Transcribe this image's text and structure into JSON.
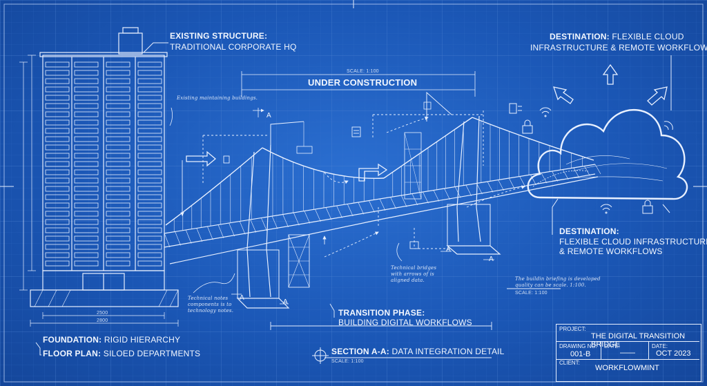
{
  "labels": {
    "existing_title": "EXISTING STRUCTURE:",
    "existing_sub": "TRADITIONAL CORPORATE HQ",
    "destination_top_title": "DESTINATION:",
    "destination_top_rest": "FLEXIBLE CLOUD",
    "destination_top_sub": "INFRASTRUCTURE & REMOTE WORKFLOWS",
    "destination_right_title": "DESTINATION:",
    "destination_right_line1": "FLEXIBLE CLOUD INFRASTRUCTURE",
    "destination_right_line2": "& REMOTE WORKFLOWS",
    "under_construction": "UNDER CONSTRUCTION",
    "scale_top": "SCALE: 1:100",
    "transition_title": "TRANSITION PHASE:",
    "transition_sub": "BUILDING DIGITAL WORKFLOWS",
    "foundation_key": "FOUNDATION:",
    "foundation_val": "RIGID HIERARCHY",
    "floor_key": "FLOOR PLAN:",
    "floor_val": "SILOED DEPARTMENTS",
    "section_key": "SECTION A-A:",
    "section_val": "DATA INTEGRATION DETAIL",
    "scale_section": "SCALE: 1:100",
    "scale_right": "SCALE: 1:100",
    "dim_2800": "2800",
    "dim_2500": "2500",
    "section_marker": "A",
    "note_existing": "Existing maintaining buildings.",
    "note_technical": "Technical notes\ncomponents is to\ntechnology notes.",
    "note_bridges": "Technical bridges\nwith arrows of is\naligned data.",
    "note_right": "The buildin briefing is developed\nquality can be scale. 1:100."
  },
  "title_block": {
    "project_key": "PROJECT:",
    "project_val": "THE DIGITAL TRANSITION BRIDGE",
    "drawing_key": "DRAWING NO:",
    "drawing_val": "001-B",
    "date1_key": "DATE:",
    "date1_val": "——",
    "date2_key": "DATE:",
    "date2_val": "OCT 2023",
    "client_key": "CLIENT:",
    "client_val": "WORKFLOWMINT"
  },
  "colors": {
    "background": "#1c55b3",
    "line": "#e8f0ff",
    "grid": "#3b73c9"
  }
}
